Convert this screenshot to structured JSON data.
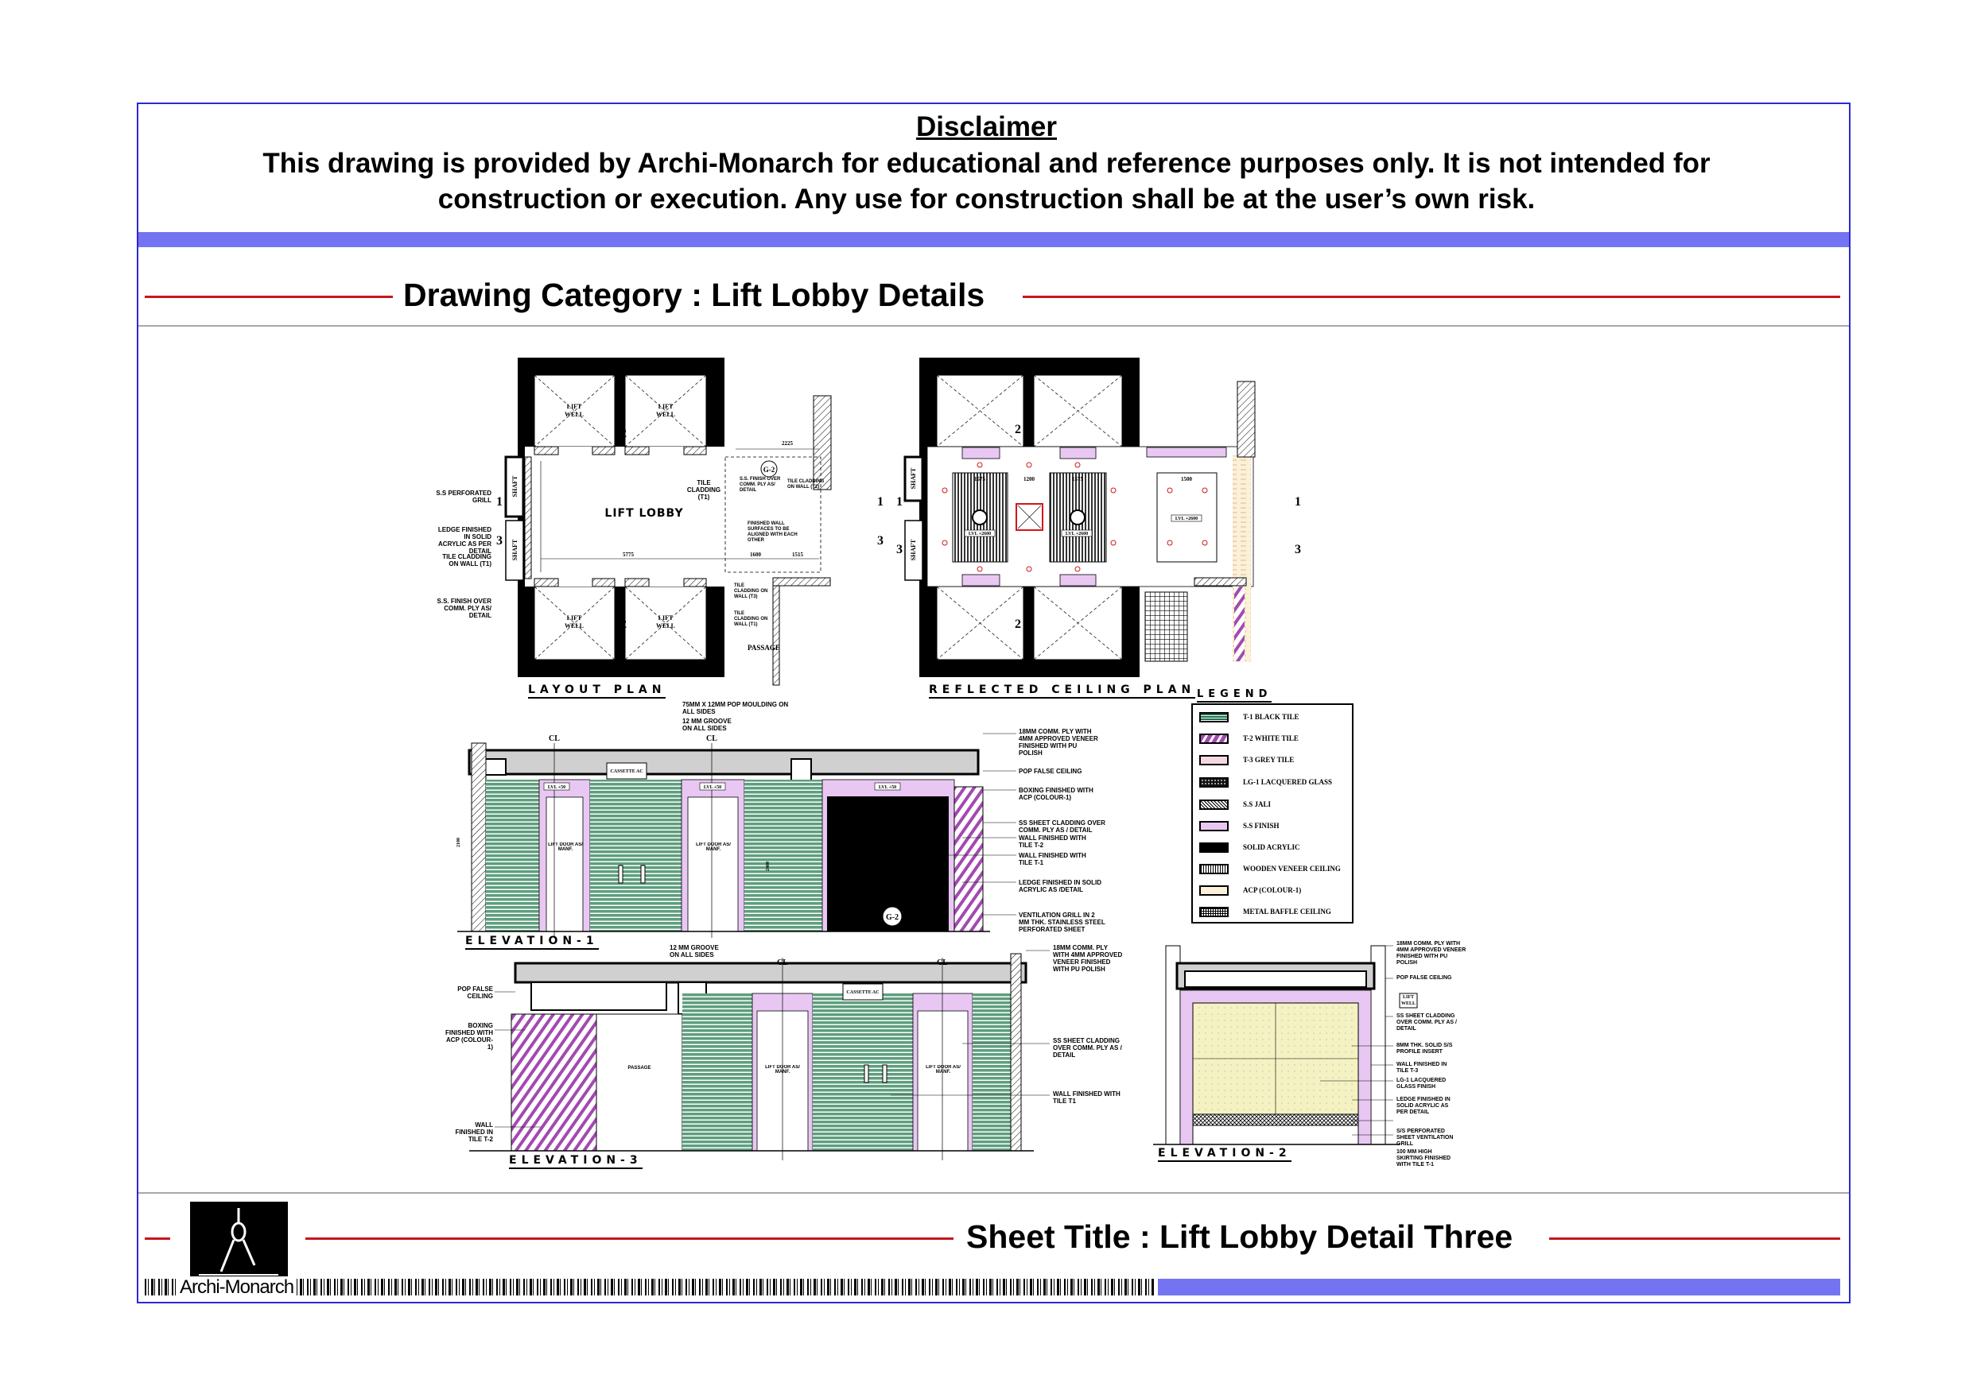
{
  "disclaimer": {
    "title": "Disclaimer",
    "line1": "This drawing is provided by Archi-Monarch for educational and reference purposes only. It is not intended for",
    "line2": "construction or execution. Any use for construction shall be at the user’s own risk."
  },
  "category": "Drawing Category : Lift Lobby Details",
  "sheet_title": "Sheet Title : Lift Lobby Detail Three",
  "brand": "Archi-Monarch",
  "layout_plan": {
    "title": "LAYOUT PLAN",
    "room": "LIFT LOBBY",
    "lift_well_1": "LIFT",
    "lift_well_2": "WELL",
    "shaft": "SHAFT",
    "passage": "PASSAGE",
    "tag": "G-2",
    "dim_width": "5775",
    "dim_passage": "2225",
    "dim_right_1": "1600",
    "dim_right_2": "1515",
    "section_1": "1",
    "section_2": "2",
    "section_3": "3",
    "notes": {
      "perforated_grill": "S.S PERFORATED GRILL",
      "ledge": "LEDGE FINISHED IN SOLID ACRYLIC AS PER DETAIL",
      "tile_left": "TILE CLADDING ON WALL (T1)",
      "ss_finish_left": "S.S. FINISH OVER COMM. PLY AS/ DETAIL",
      "tile_top": "TILE CLADDING (T1)",
      "ss_finish_top": "S.S. FINISH OVER COMM. PLY AS/ DETAIL",
      "tile_t2": "TILE CLADDING ON WALL (T2)",
      "aligned": "FINISHED WALL SURFACES TO BE ALIGNED WITH EACH OTHER",
      "tile_t3": "TILE CLADDING ON WALL (T3)",
      "tile_t1": "TILE CLADDING ON WALL (T1)"
    }
  },
  "rcp": {
    "title": "REFLECTED CEILING PLAN",
    "shaft": "SHAFT",
    "lvl_ceiling": "LVL +2600",
    "dim_panel": "1575",
    "dim_gap": "1200",
    "dim_right": "1500",
    "section_1": "1",
    "section_2": "2",
    "section_3": "3"
  },
  "legend": {
    "title": "LEGEND",
    "items": [
      {
        "label": "T-1 BLACK TILE"
      },
      {
        "label": "T-2 WHITE TILE"
      },
      {
        "label": "T-3 GREY TILE"
      },
      {
        "label": "LG-1 LACQUERED GLASS"
      },
      {
        "label": "S.S JALI"
      },
      {
        "label": "S.S FINISH"
      },
      {
        "label": "SOLID ACRYLIC"
      },
      {
        "label": "WOODEN VENEER CEILING"
      },
      {
        "label": "ACP (COLOUR-1)"
      },
      {
        "label": "METAL BAFFLE CEILING"
      }
    ]
  },
  "elevation_1": {
    "title": "ELEVATION-1",
    "cl": "CL",
    "lift_door": "LIFT DOOR AS/ MANF.",
    "cassette": "CASSETTE AC",
    "lvl": "LVL +50",
    "tag": "G-2",
    "dim_height": "2100",
    "dim_door": "2400",
    "top_notes": {
      "moulding": "75mm X 12mm POP MOULDING ON ALL SIDES",
      "groove": "12 MM GROOVE ON ALL SIDES"
    },
    "notes": [
      "18mm COMM. PLY WITH 4mm APPROVED VENEER FINISHED WITH PU POLISH",
      "POP FALSE CEILING",
      "BOXING FINISHED WITH ACP (COLOUR-1)",
      "SS SHEET CLADDING OVER COMM. PLY AS / DETAIL",
      "WALL FINISHED WITH TILE T-2",
      "WALL FINISHED WITH TILE T-1",
      "LEDGE FINISHED IN SOLID ACRYLIC AS /DETAIL",
      "VENTILATION GRILL IN 2 MM THK. STAINLESS STEEL PERFORATED SHEET"
    ]
  },
  "elevation_3": {
    "title": "ELEVATION-3",
    "cl": "CL",
    "passage": "PASSAGE",
    "lift_door": "LIFT DOOR AS/ MANF.",
    "cassette": "CASSETTE AC",
    "groove": "12 MM GROOVE ON ALL SIDES",
    "left_notes": [
      "POP FALSE CEILING",
      "BOXING FINISHED WITH ACP (COLOUR-1)",
      "WALL FINISHED IN TILE T-2"
    ],
    "right_notes": [
      "18mm COMM. PLY WITH 4mm APPROVED VENEER FINISHED WITH PU POLISH",
      "SS SHEET CLADDING OVER COMM. PLY AS / DETAIL",
      "WALL FINISHED WITH TILE T1"
    ]
  },
  "elevation_2": {
    "title": "ELEVATION-2",
    "lift_well": "LIFT WELL",
    "notes": [
      "18mm COMM. PLY WITH 4mm APPROVED VENEER FINISHED WITH PU POLISH",
      "POP FALSE CEILING",
      "SS SHEET CLADDING OVER COMM. PLY AS / DETAIL",
      "8mm THK. SOLID S/S PROFILE INSERT",
      "WALL FINISHED IN TILE T-3",
      "LG-1 LACQUERED GLASS FINISH",
      "LEDGE FINISHED IN SOLID ACRYLIC AS PER DETAIL",
      "S/S PERFORATED SHEET VENTILATION GRILL",
      "100 MM HIGH SKIRTING FINISHED WITH TILE T-1"
    ]
  },
  "colors": {
    "frame": "#2a2ad0",
    "blue_bar": "#7474f2",
    "red_line": "#c8161e",
    "tile_green": "#5e9e7e",
    "ss_finish": "#e8c8f2",
    "purple_hatch": "#a24ab0"
  }
}
